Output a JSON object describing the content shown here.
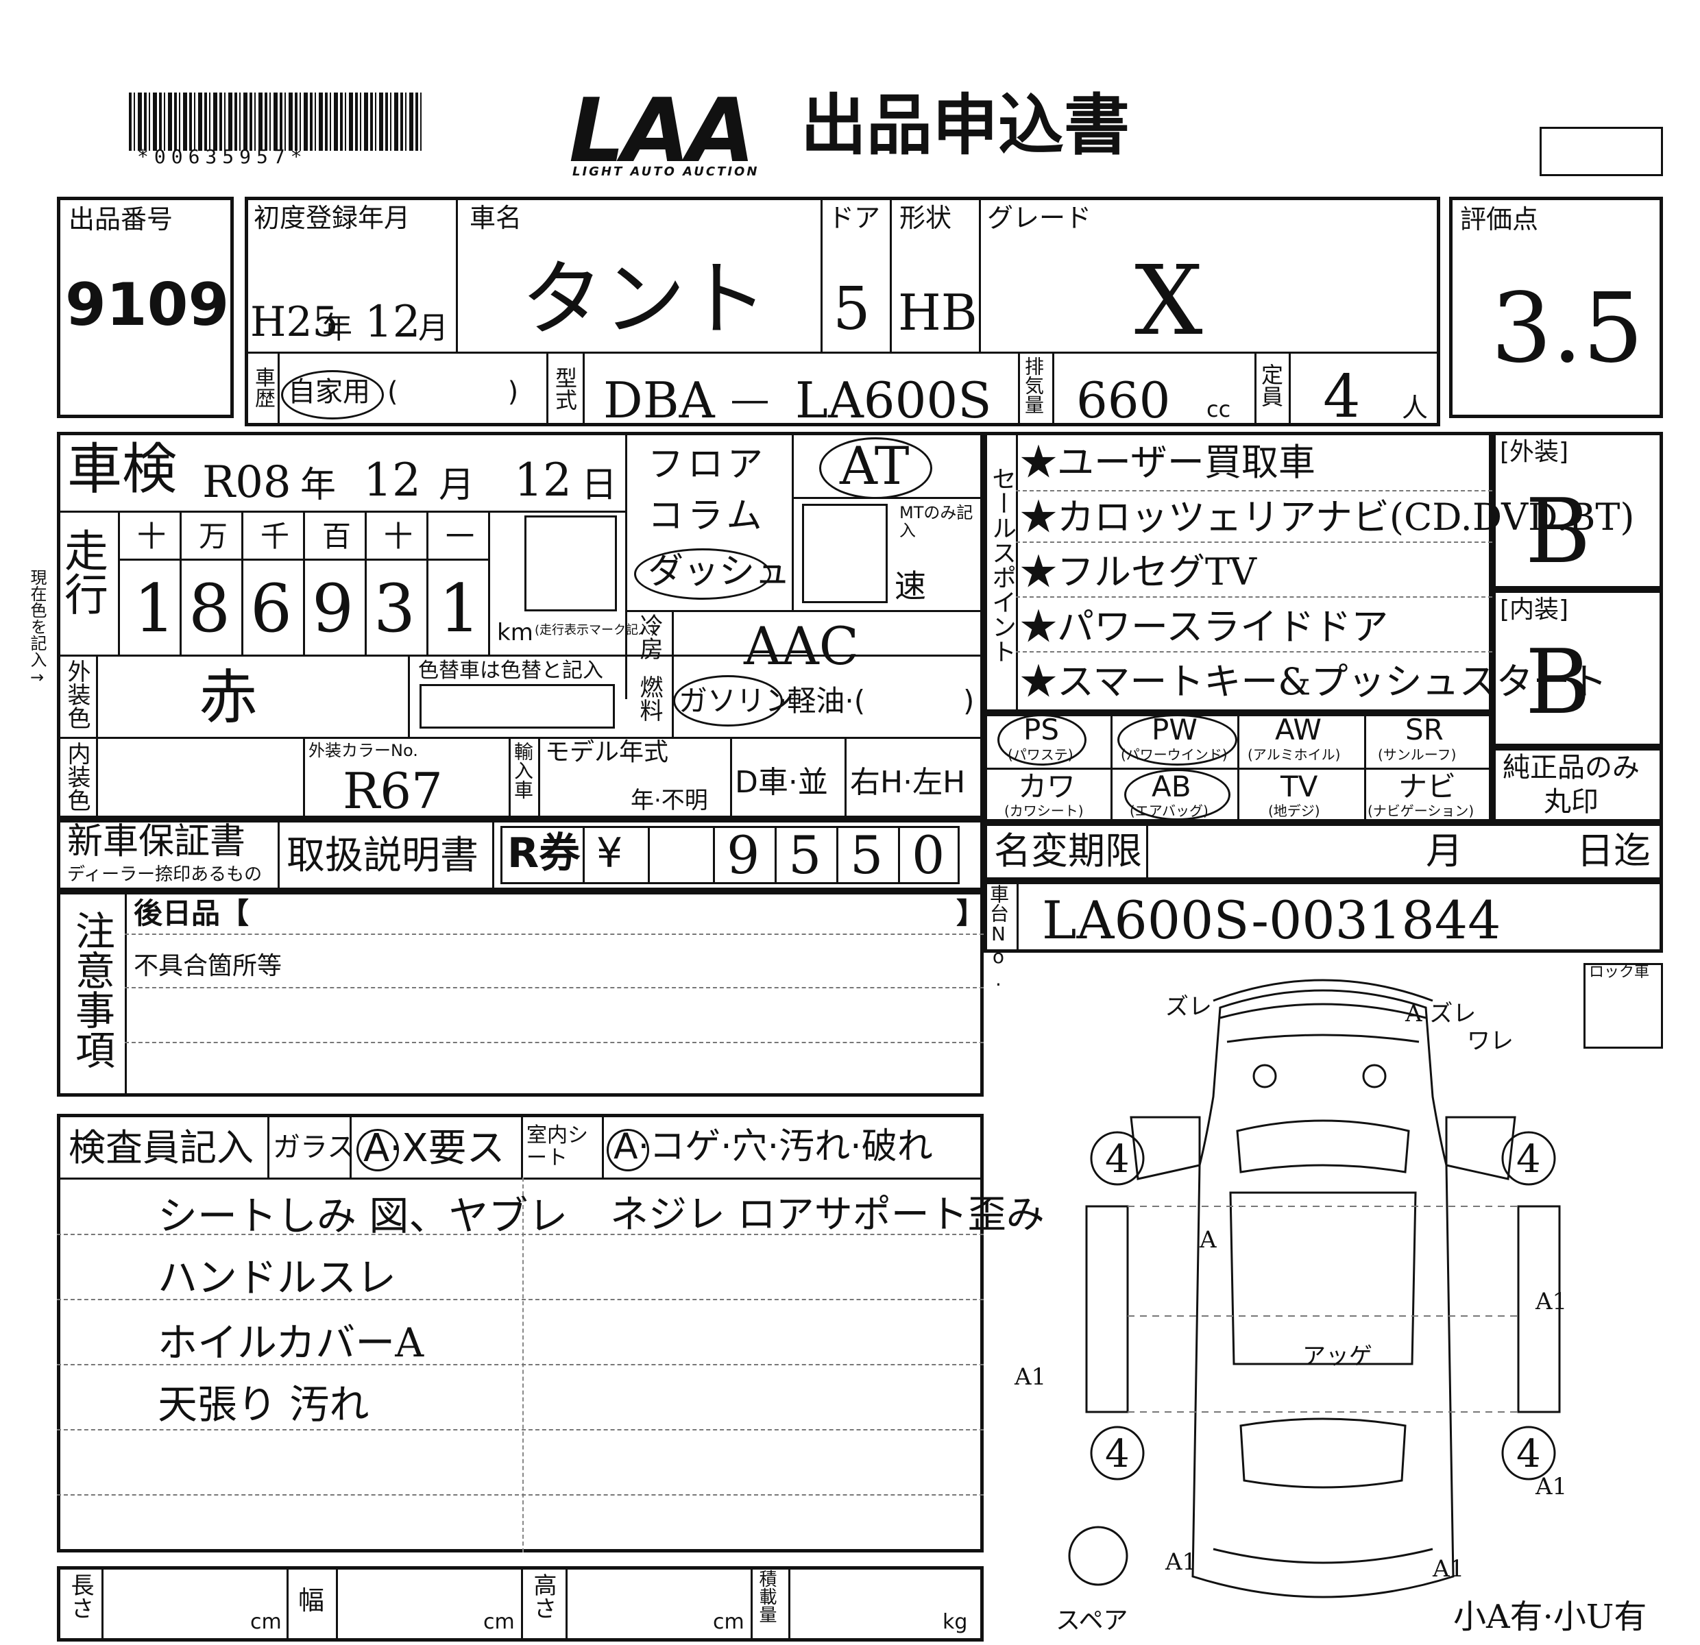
{
  "header": {
    "barcode_number": "*00635957*",
    "logo_text": "LAA",
    "logo_sub": "LIGHT AUTO AUCTION",
    "form_title": "出品申込書"
  },
  "lot": {
    "label": "出品番号",
    "value": "9109"
  },
  "first_registration": {
    "label": "初度登録年月",
    "era_year": "H25",
    "nen": "年",
    "month": "12",
    "getsu": "月"
  },
  "car_name": {
    "label": "車名",
    "value": "タント"
  },
  "doors": {
    "label": "ドア",
    "value": "5"
  },
  "body_shape": {
    "label": "形状",
    "value": "HB"
  },
  "grade": {
    "label": "グレード",
    "value": "X"
  },
  "score": {
    "label": "評価点",
    "value": "3.5"
  },
  "history": {
    "label": "車歴",
    "value": "自家用",
    "paren": "(　　　　)"
  },
  "model_code": {
    "label": "型式",
    "prefix": "DBA",
    "dash": "―",
    "code": "LA600S"
  },
  "displacement": {
    "label": "排気量",
    "value": "660",
    "unit": "cc"
  },
  "capacity": {
    "label": "定員",
    "value": "4",
    "unit": "人"
  },
  "inspection": {
    "label": "車検",
    "era": "R08",
    "nen": "年",
    "month": "12",
    "getsu": "月",
    "day": "12",
    "nichi": "日"
  },
  "shift": {
    "floor": "フロア",
    "column": "コラム",
    "dash": "ダッシュ",
    "at": "AT",
    "mt_note": "MTのみ記入",
    "speed": "速"
  },
  "mileage": {
    "label": "走行",
    "units": [
      "十",
      "万",
      "千",
      "百",
      "十",
      "一"
    ],
    "digits": [
      "1",
      "8",
      "6",
      "9",
      "3",
      "1"
    ],
    "km": "km",
    "km_note": "(走行表示マーク記入)",
    "side_note": "現在色を記入→"
  },
  "aircon": {
    "label": "冷房",
    "value": "AAC"
  },
  "fuel": {
    "label": "燃料",
    "gasoline": "ガソリン",
    "rest": "·軽油·(",
    "close": ")"
  },
  "exterior_color": {
    "label": "外装色",
    "value": "赤",
    "repaint_label": "色替車は色替と記入"
  },
  "interior_color": {
    "label": "内装色"
  },
  "color_no": {
    "label": "外装カラーNo.",
    "value": "R67"
  },
  "import": {
    "label": "輸入車",
    "model_year_label": "モデル年式",
    "model_year_unit": "年·不明",
    "dealer": "D車·並",
    "steering": "右H·左H"
  },
  "sales_points": {
    "label": "セールスポイント",
    "items": [
      "★ユーザー買取車",
      "★カロッツェリアナビ(CD.DVD.BT)",
      "★フルセグTV",
      "★パワースライドドア",
      "★スマートキー&プッシュスタート"
    ]
  },
  "exterior_grade": {
    "label": "[外装]",
    "value": "B"
  },
  "interior_grade": {
    "label": "[内装]",
    "value": "B"
  },
  "equipment": [
    {
      "code": "PS",
      "sub": "(パワステ)",
      "circled": true
    },
    {
      "code": "PW",
      "sub": "(パワーウインド)",
      "circled": true
    },
    {
      "code": "AW",
      "sub": "(アルミホイル)",
      "circled": false
    },
    {
      "code": "SR",
      "sub": "(サンルーフ)",
      "circled": false
    },
    {
      "code": "カワ",
      "sub": "(カワシート)",
      "circled": false
    },
    {
      "code": "AB",
      "sub": "(エアバッグ)",
      "circled": true
    },
    {
      "code": "TV",
      "sub": "(地デジ)",
      "circled": false
    },
    {
      "code": "ナビ",
      "sub": "(ナビゲーション)",
      "circled": false
    }
  ],
  "genuine": {
    "line1": "純正品のみ",
    "line2": "丸印"
  },
  "warranty": {
    "label": "新車保証書",
    "sub": "ディーラー捺印あるもの"
  },
  "manual": {
    "label": "取扱説明書"
  },
  "recycle": {
    "label": "R券",
    "yen": "¥",
    "digits": [
      "9",
      "5",
      "5",
      "0"
    ]
  },
  "name_change": {
    "label": "名変期限",
    "month": "月",
    "day": "日迄"
  },
  "chassis": {
    "label": "車台No.",
    "value": "LA600S-0031844"
  },
  "notes": {
    "label": "注意事項",
    "later": "後日品【",
    "later_close": "】",
    "defects": "不具合箇所等"
  },
  "inspector": {
    "label": "検査員記入",
    "glass_label": "ガラス",
    "glass_options": "A·X要ス",
    "interior_label": "室内シート",
    "interior_options": "A·コゲ·穴·汚れ·破れ",
    "comments": [
      "シートしみ 図、ヤブレ",
      "ハンドルスレ",
      "ホイルカバーA",
      "天張り 汚れ"
    ],
    "comment_right": "ネジレ ロアサポート歪み"
  },
  "dimensions": {
    "length": "長さ",
    "width": "幅",
    "height": "高さ",
    "load": "積載量",
    "cm": "cm",
    "kg": "kg"
  },
  "diagram": {
    "lock_label": "ロック車",
    "spare": "スペア",
    "footer": "小A有·小U有",
    "tires": [
      "4",
      "4",
      "4",
      "4"
    ],
    "marks": [
      "ズレ",
      "A ズレ",
      "ワレ",
      "A1",
      "A1",
      "A1",
      "A1",
      "アッゲ",
      "A1",
      "A"
    ]
  }
}
